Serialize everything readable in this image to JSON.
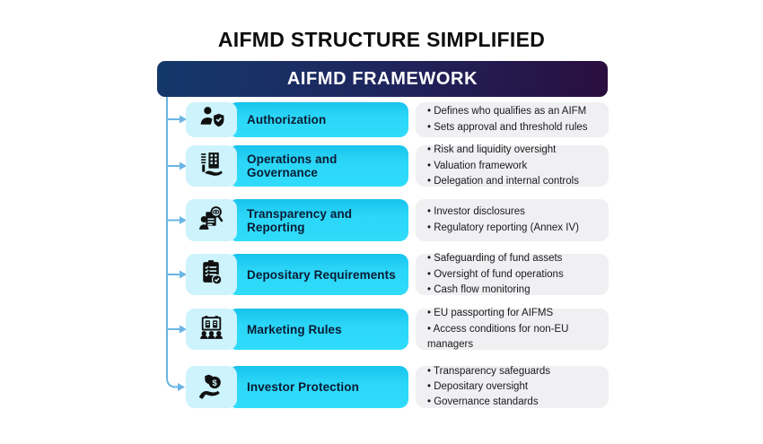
{
  "page": {
    "title": "AIFMD STRUCTURE SIMPLIFIED"
  },
  "banner": {
    "label": "AIFMD FRAMEWORK"
  },
  "colors": {
    "banner_gradient_start": "#14386b",
    "banner_gradient_end": "#2a0e3f",
    "bar_cyan": "#29d7f7",
    "tile_cyan": "#cdf3fc",
    "bullet_box_gray": "#f0f0f2",
    "connector_blue": "#6ab5e4",
    "bar_text_navy": "#0b1b33"
  },
  "rows": [
    {
      "icon": "person-shield-icon",
      "label": "Authorization",
      "bullets": [
        "Defines who qualifies as an AIFM",
        "Sets approval and threshold rules"
      ]
    },
    {
      "icon": "building-hand-icon",
      "label": "Operations and Governance",
      "bullets": [
        "Risk and liquidity oversight",
        "Valuation framework",
        "Delegation and internal controls"
      ]
    },
    {
      "icon": "magnifier-report-icon",
      "label": "Transparency and Reporting",
      "bullets": [
        "Investor disclosures",
        "Regulatory reporting (Annex IV)"
      ]
    },
    {
      "icon": "clipboard-check-icon",
      "label": "Depositary Requirements",
      "bullets": [
        "Safeguarding of fund assets",
        "Oversight of fund operations",
        "Cash flow monitoring"
      ]
    },
    {
      "icon": "presentation-audience-icon",
      "label": "Marketing Rules",
      "bullets": [
        "EU passporting for AIFMS",
        "Access conditions for non-EU managers"
      ]
    },
    {
      "icon": "hand-coin-shield-icon",
      "label": "Investor Protection",
      "bullets": [
        "Transparency safeguards",
        "Depositary oversight",
        "Governance standards"
      ]
    }
  ]
}
